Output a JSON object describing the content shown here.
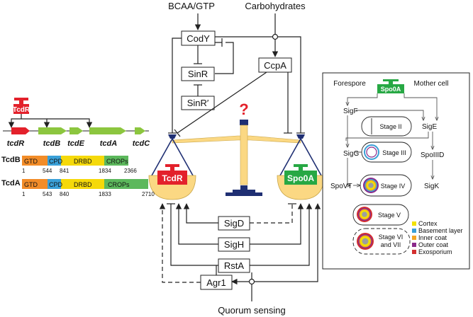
{
  "inputs": {
    "bcaa_gtp": "BCAA/GTP",
    "carbohydrates": "Carbohydrates",
    "quorum_sensing": "Quorum sensing"
  },
  "regulators": {
    "cody": "CodY",
    "sinr": "SinR",
    "sinr_prime": "SinR′",
    "ccpa": "CcpA",
    "sigd": "SigD",
    "sigh": "SigH",
    "rsta": "RstA",
    "agr1": "Agr1"
  },
  "balance": {
    "question_mark": "?",
    "left_pan": "TcdR",
    "right_pan": "Spo0A"
  },
  "locus": {
    "regulator": "TcdR",
    "genes": [
      "tcdR",
      "tcdB",
      "tcdE",
      "tcdA",
      "tcdC"
    ]
  },
  "toxins": {
    "tcdb": {
      "name": "TcdB",
      "domains": [
        "GTD",
        "CPD",
        "DRBD",
        "CROPs"
      ],
      "positions": [
        "1",
        "544",
        "841",
        "1834",
        "2366"
      ]
    },
    "tcda": {
      "name": "TcdA",
      "domains": [
        "GTD",
        "CPD",
        "DRBD",
        "CROPs"
      ],
      "positions": [
        "1",
        "543",
        "840",
        "1833",
        "2710"
      ]
    }
  },
  "sporulation": {
    "forespore": "Forespore",
    "mother_cell": "Mother cell",
    "master": "Spo0A",
    "sigf": "SigF",
    "sige": "SigE",
    "sigg": "SigG",
    "spoiiid": "SpoIIID",
    "spovt": "SpoVT",
    "sigk": "SigK",
    "stages": [
      "Stage II",
      "Stage III",
      "Stage IV",
      "Stage V",
      "Stage VI",
      "and VII"
    ],
    "legend": [
      {
        "label": "Cortex",
        "color": "#f2e200"
      },
      {
        "label": "Basement layer",
        "color": "#3a9fd6"
      },
      {
        "label": "Inner coat",
        "color": "#f5a623"
      },
      {
        "label": "Outer coat",
        "color": "#8b2a8b"
      },
      {
        "label": "Exosporium",
        "color": "#d32f2f"
      }
    ]
  },
  "colors": {
    "tcdr": "#e3212b",
    "spo0a": "#27a844",
    "gene_green": "#8cc63f",
    "gtd": "#f28c28",
    "cpd": "#3aa0d8",
    "drbd": "#f5d90a",
    "crops": "#5cb85c",
    "pan": "#fbd883",
    "beam": "#fbd883",
    "stand": "#1f2f73",
    "question": "#e3212b"
  }
}
